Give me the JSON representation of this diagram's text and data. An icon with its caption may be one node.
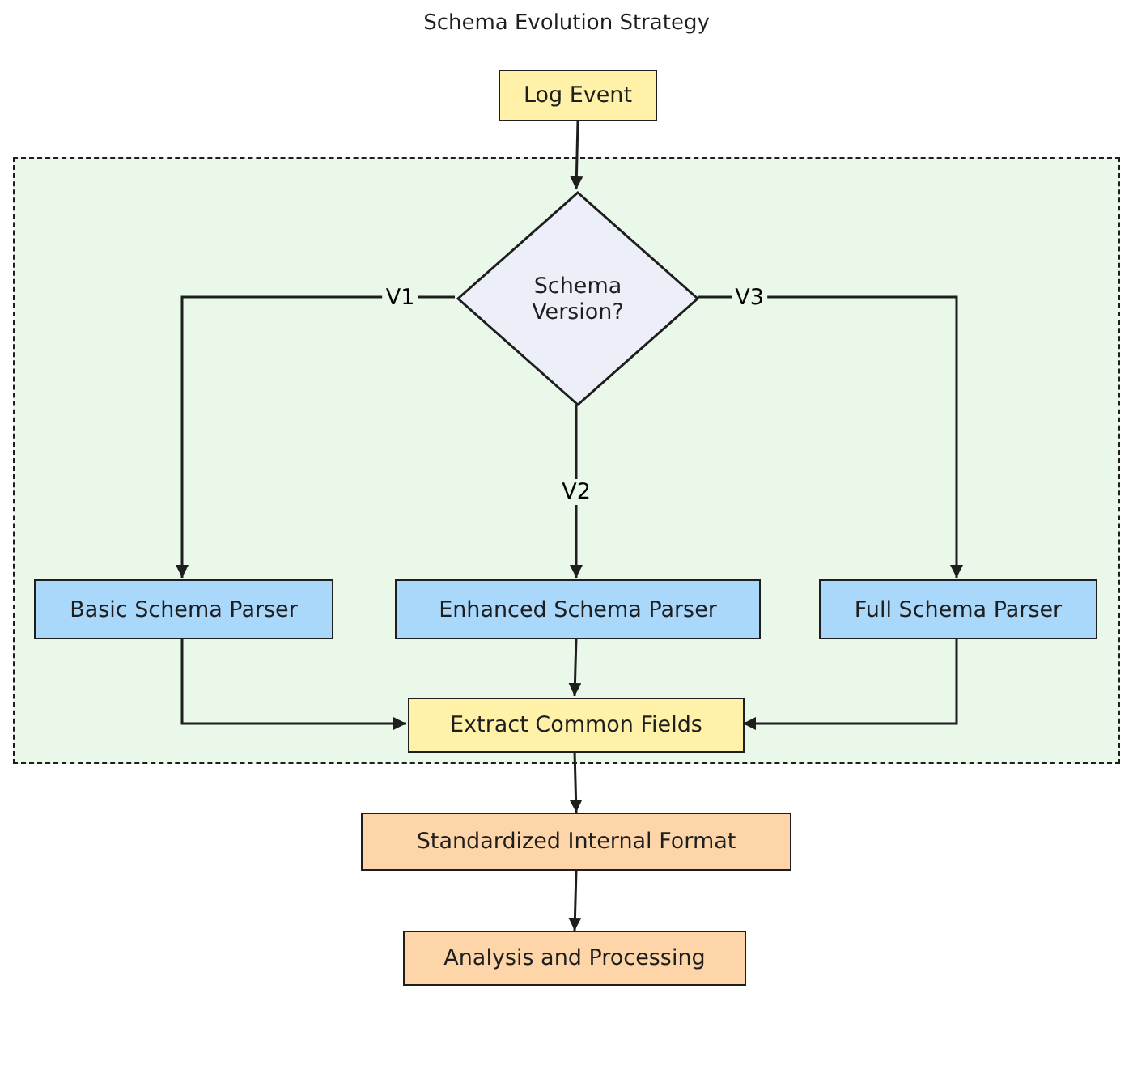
{
  "diagram": {
    "title": "Schema Evolution Strategy",
    "nodes": [
      {
        "text": [
          "Log Event"
        ]
      },
      {
        "text": [],
        "shape": "box"
      },
      {
        "text": [
          "Schema Version?"
        ],
        "in": 1
      },
      {
        "text": [
          "Basic Schema Parser"
        ],
        "in": 1
      },
      {
        "text": [
          "Enhanced Schema Parser"
        ],
        "in": 1
      },
      {
        "text": [
          "Full Schema Parser"
        ],
        "in": 1
      },
      {
        "text": [
          "Extract Common Fields"
        ],
        "in": 1
      },
      {
        "text": [
          "Standardized Internal Format"
        ]
      },
      {
        "text": [
          "Analysis and Processing"
        ]
      }
    ],
    "edges": [
      {
        "from": 0,
        "to": 2,
        "arrow": "to"
      },
      {
        "from": 2,
        "to": 3,
        "arrow": "to",
        "label": "V1"
      },
      {
        "from": 2,
        "to": 4,
        "arrow": "to",
        "label": "V2"
      },
      {
        "from": 2,
        "to": 5,
        "arrow": "to",
        "label": "V3"
      },
      {
        "from": 3,
        "to": 6,
        "arrow": "to"
      },
      {
        "from": 4,
        "to": 6,
        "arrow": "to"
      },
      {
        "from": 5,
        "to": 6,
        "arrow": "to"
      },
      {
        "from": 6,
        "to": 7,
        "arrow": "to"
      },
      {
        "from": 7,
        "to": 8,
        "arrow": "to"
      }
    ]
  }
}
